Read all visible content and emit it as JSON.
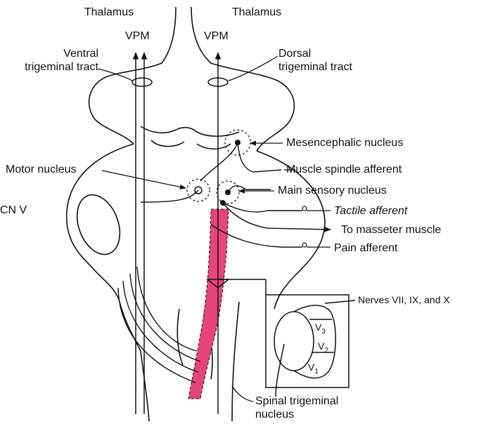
{
  "labels": {
    "thalamus_left": "Thalamus",
    "thalamus_right": "Thalamus",
    "vpm_left": "VPM",
    "vpm_right": "VPM",
    "ventral_tract_line1": "Ventral",
    "ventral_tract_line2": "trigeminal tract",
    "dorsal_tract_line1": "Dorsal",
    "dorsal_tract_line2": "trigeminal tract",
    "mesencephalic_nucleus": "Mesencephalic nucleus",
    "muscle_spindle_afferent": "Muscle spindle afferent",
    "motor_nucleus": "Motor nucleus",
    "main_sensory_nucleus": "Main sensory nucleus",
    "cn_v": "CN V",
    "tactile_afferent": "Tactile afferent",
    "to_masseter_muscle": "To masseter muscle",
    "pain_afferent": "Pain afferent",
    "nerves_vii_ix_x": "Nerves VII, IX, and X",
    "v3": "V",
    "v3_sub": "3",
    "v2": "V",
    "v2_sub": "2",
    "v1": "V",
    "v1_sub": "1",
    "spinal_trigeminal_line1": "Spinal trigeminal",
    "spinal_trigeminal_line2": "nucleus"
  },
  "colors": {
    "line": "#111111",
    "spinal_nucleus_highlight": "#e8447a",
    "background": "#ffffff"
  }
}
